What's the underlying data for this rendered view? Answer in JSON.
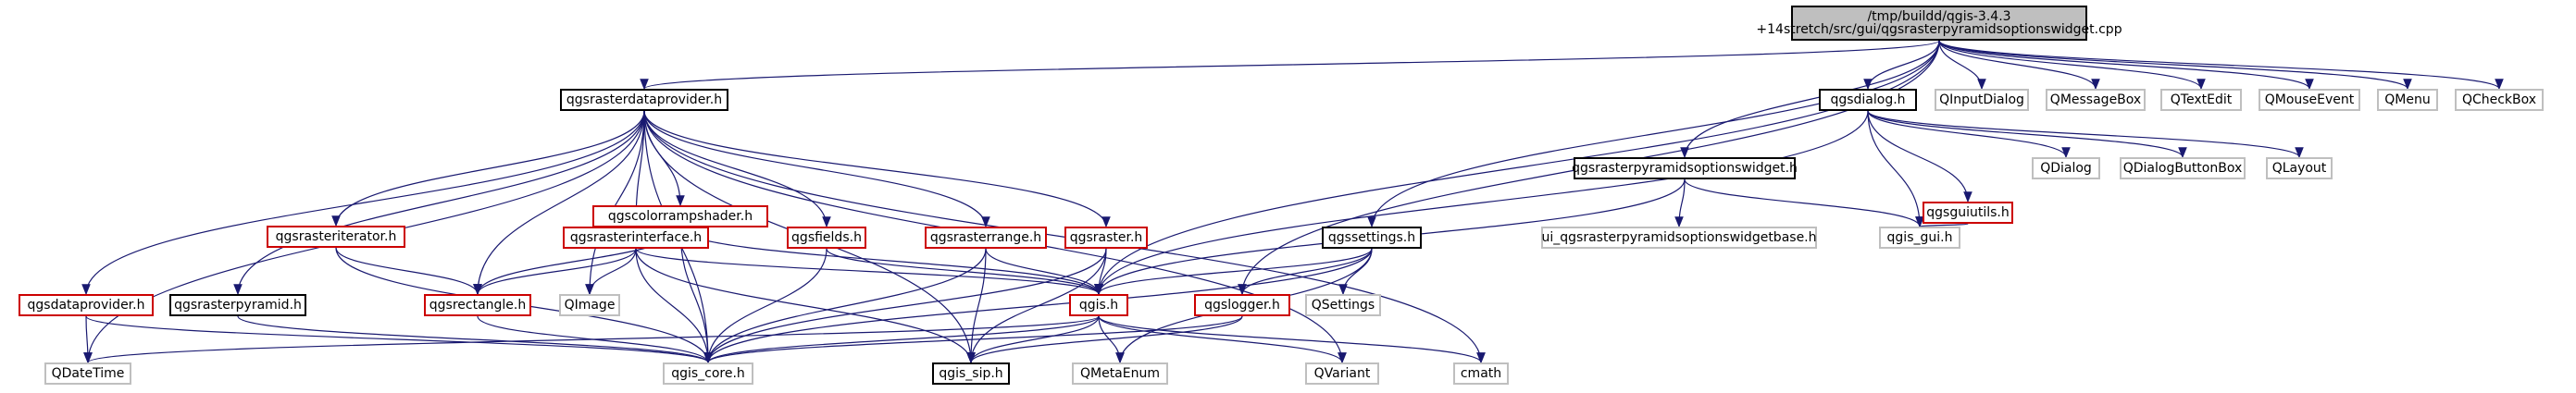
{
  "diagram": {
    "colors": {
      "edge": "#191970",
      "root_fill": "#bfbfbf",
      "node_fill": "#ffffff",
      "documented_border": "#000000",
      "undocumented_border": "#cc0000",
      "external_border": "#bfbfbf"
    },
    "nodes": [
      {
        "id": "root",
        "lines": [
          "/tmp/buildd/qgis-3.4.3",
          "+14stretch/src/gui/qgsrasterpyramidsoptionswidget.cpp"
        ],
        "kind": "root"
      },
      {
        "id": "qgsrasterdataprovider",
        "label": "qgsrasterdataprovider.h",
        "kind": "documented"
      },
      {
        "id": "qinputdialog",
        "label": "QInputDialog",
        "kind": "external"
      },
      {
        "id": "qmessagebox",
        "label": "QMessageBox",
        "kind": "external"
      },
      {
        "id": "qtextedit",
        "label": "QTextEdit",
        "kind": "external"
      },
      {
        "id": "qmouseevent",
        "label": "QMouseEvent",
        "kind": "external"
      },
      {
        "id": "qmenu",
        "label": "QMenu",
        "kind": "external"
      },
      {
        "id": "qcheckbox",
        "label": "QCheckBox",
        "kind": "external"
      },
      {
        "id": "qgsdialog",
        "label": "qgsdialog.h",
        "kind": "documented"
      },
      {
        "id": "qgsrasterpyramidsoptionswidget",
        "label": "qgsrasterpyramidsoptionswidget.h",
        "kind": "documented"
      },
      {
        "id": "qgsguiutils",
        "label": "qgsguiutils.h",
        "kind": "undocumented"
      },
      {
        "id": "qdialog",
        "label": "QDialog",
        "kind": "external"
      },
      {
        "id": "qdialogbuttonbox",
        "label": "QDialogButtonBox",
        "kind": "external"
      },
      {
        "id": "qlayout",
        "label": "QLayout",
        "kind": "external"
      },
      {
        "id": "qgscolorrampshader",
        "label": "qgscolorrampshader.h",
        "kind": "undocumented"
      },
      {
        "id": "qgsrasteriterator",
        "label": "qgsrasteriterator.h",
        "kind": "undocumented"
      },
      {
        "id": "qgsrasterinterface",
        "label": "qgsrasterinterface.h",
        "kind": "undocumented"
      },
      {
        "id": "qgsfields",
        "label": "qgsfields.h",
        "kind": "undocumented"
      },
      {
        "id": "qgsrasterrange",
        "label": "qgsrasterrange.h",
        "kind": "undocumented"
      },
      {
        "id": "qgsraster",
        "label": "qgsraster.h",
        "kind": "undocumented"
      },
      {
        "id": "qgssettings",
        "label": "qgssettings.h",
        "kind": "documented"
      },
      {
        "id": "ui_qgsrasterpyramidsoptionswidgetbase",
        "label": "ui_qgsrasterpyramidsoptionswidgetbase.h",
        "kind": "external"
      },
      {
        "id": "qgis_gui",
        "label": "qgis_gui.h",
        "kind": "external"
      },
      {
        "id": "qgsdataprovider",
        "label": "qgsdataprovider.h",
        "kind": "undocumented"
      },
      {
        "id": "qgsrasterpyramid",
        "label": "qgsrasterpyramid.h",
        "kind": "documented"
      },
      {
        "id": "qgsrectangle",
        "label": "qgsrectangle.h",
        "kind": "undocumented"
      },
      {
        "id": "qimage",
        "label": "QImage",
        "kind": "external"
      },
      {
        "id": "qgis",
        "label": "qgis.h",
        "kind": "undocumented"
      },
      {
        "id": "qgslogger",
        "label": "qgslogger.h",
        "kind": "undocumented"
      },
      {
        "id": "qsettings",
        "label": "QSettings",
        "kind": "external"
      },
      {
        "id": "qdatetime",
        "label": "QDateTime",
        "kind": "external"
      },
      {
        "id": "qgis_core",
        "label": "qgis_core.h",
        "kind": "external"
      },
      {
        "id": "qgis_sip",
        "label": "qgis_sip.h",
        "kind": "documented"
      },
      {
        "id": "qmetaenum",
        "label": "QMetaEnum",
        "kind": "external"
      },
      {
        "id": "qvariant",
        "label": "QVariant",
        "kind": "external"
      },
      {
        "id": "cmath",
        "label": "cmath",
        "kind": "external"
      }
    ],
    "edges": [
      [
        "root",
        "qgsrasterdataprovider"
      ],
      [
        "root",
        "qinputdialog"
      ],
      [
        "root",
        "qmessagebox"
      ],
      [
        "root",
        "qtextedit"
      ],
      [
        "root",
        "qmouseevent"
      ],
      [
        "root",
        "qmenu"
      ],
      [
        "root",
        "qcheckbox"
      ],
      [
        "root",
        "qgsdialog"
      ],
      [
        "root",
        "qgsrasterpyramidsoptionswidget"
      ],
      [
        "root",
        "qgssettings"
      ],
      [
        "root",
        "qgslogger"
      ],
      [
        "root",
        "qgis"
      ],
      [
        "qgsdialog",
        "qgsguiutils"
      ],
      [
        "qgsdialog",
        "qdialog"
      ],
      [
        "qgsdialog",
        "qdialogbuttonbox"
      ],
      [
        "qgsdialog",
        "qlayout"
      ],
      [
        "qgsdialog",
        "qgis_gui"
      ],
      [
        "qgsdialog",
        "qgis"
      ],
      [
        "qgsguiutils",
        "qgis_gui"
      ],
      [
        "qgsrasterpyramidsoptionswidget",
        "ui_qgsrasterpyramidsoptionswidgetbase"
      ],
      [
        "qgsrasterpyramidsoptionswidget",
        "qgis_gui"
      ],
      [
        "qgsrasterpyramidsoptionswidget",
        "qgis"
      ],
      [
        "qgsrasterdataprovider",
        "qgsdataprovider"
      ],
      [
        "qgsrasterdataprovider",
        "qgsrasterpyramid"
      ],
      [
        "qgsrasterdataprovider",
        "qgsrasteriterator"
      ],
      [
        "qgsrasterdataprovider",
        "qgsrectangle"
      ],
      [
        "qgsrasterdataprovider",
        "qgsrasterinterface"
      ],
      [
        "qgsrasterdataprovider",
        "qgscolorrampshader"
      ],
      [
        "qgsrasterdataprovider",
        "qimage"
      ],
      [
        "qgsrasterdataprovider",
        "qgsfields"
      ],
      [
        "qgsrasterdataprovider",
        "qgsrasterrange"
      ],
      [
        "qgsrasterdataprovider",
        "qgsraster"
      ],
      [
        "qgsrasterdataprovider",
        "qgis_core"
      ],
      [
        "qgsrasterdataprovider",
        "qgis_sip"
      ],
      [
        "qgsrasterdataprovider",
        "qdatetime"
      ],
      [
        "qgsrasterdataprovider",
        "qvariant"
      ],
      [
        "qgsrasterdataprovider",
        "cmath"
      ],
      [
        "qgscolorrampshader",
        "qgsrasterinterface"
      ],
      [
        "qgscolorrampshader",
        "qgsrectangle"
      ],
      [
        "qgscolorrampshader",
        "qgis_core"
      ],
      [
        "qgscolorrampshader",
        "qgis"
      ],
      [
        "qgsrasteriterator",
        "qgsrectangle"
      ],
      [
        "qgsrasteriterator",
        "qgis_core"
      ],
      [
        "qgsrasterinterface",
        "qgsrectangle"
      ],
      [
        "qgsrasterinterface",
        "qimage"
      ],
      [
        "qgsrasterinterface",
        "qgis_core"
      ],
      [
        "qgsrasterinterface",
        "qgis_sip"
      ],
      [
        "qgsrasterinterface",
        "qgis"
      ],
      [
        "qgsfields",
        "qgis_core"
      ],
      [
        "qgsfields",
        "qgis"
      ],
      [
        "qgsrasterrange",
        "qgis_core"
      ],
      [
        "qgsrasterrange",
        "qgis_sip"
      ],
      [
        "qgsrasterrange",
        "qgis"
      ],
      [
        "qgsraster",
        "qgis_core"
      ],
      [
        "qgsraster",
        "qgis_sip"
      ],
      [
        "qgsraster",
        "qgis"
      ],
      [
        "qgssettings",
        "qsettings"
      ],
      [
        "qgssettings",
        "qgis_core"
      ],
      [
        "qgssettings",
        "qgis"
      ],
      [
        "qgssettings",
        "qgslogger"
      ],
      [
        "qgssettings",
        "qmetaenum"
      ],
      [
        "qgsdataprovider",
        "qdatetime"
      ],
      [
        "qgsdataprovider",
        "qgis_core"
      ],
      [
        "qgsrasterpyramid",
        "qgis_core"
      ],
      [
        "qgsrectangle",
        "qgis_core"
      ],
      [
        "qgis",
        "qdatetime"
      ],
      [
        "qgis",
        "qgis_core"
      ],
      [
        "qgis",
        "qgis_sip"
      ],
      [
        "qgis",
        "qmetaenum"
      ],
      [
        "qgis",
        "qvariant"
      ],
      [
        "qgis",
        "cmath"
      ],
      [
        "qgslogger",
        "qgis_core"
      ],
      [
        "qgslogger",
        "qgis_sip"
      ]
    ]
  }
}
